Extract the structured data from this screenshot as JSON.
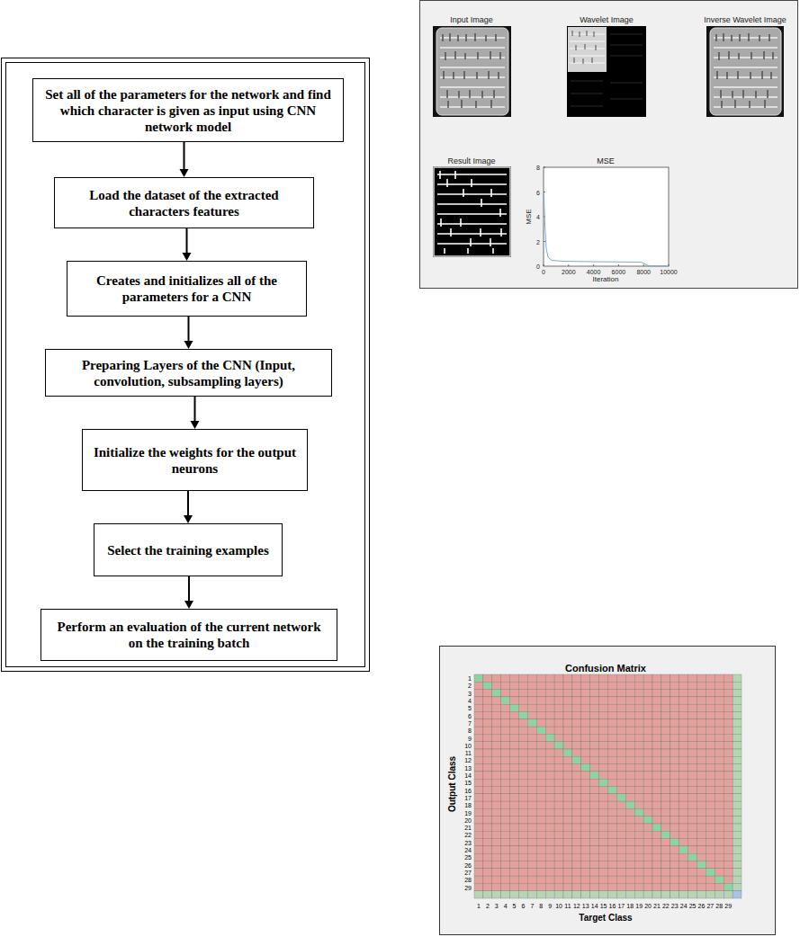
{
  "diagram": {
    "nodes": [
      {
        "text": [
          "Set all of the parameters for the network and find which character is given as input using CNN network model"
        ]
      },
      {
        "text": [
          "Load the dataset of the extracted characters features"
        ]
      },
      {
        "text": [
          "Creates and initializes all of the parameters for a CNN"
        ]
      },
      {
        "text": [
          "Preparing Layers of the CNN (Input, convolution, subsampling layers)"
        ]
      },
      {
        "text": [
          "Initialize the weights for the output neurons"
        ]
      },
      {
        "text": [
          "Select the training examples"
        ]
      },
      {
        "text": [
          "Perform an evaluation of the current network on the training batch"
        ]
      }
    ],
    "edges": [
      {
        "from": 0,
        "to": 1,
        "arrow": "to"
      },
      {
        "from": 1,
        "to": 2,
        "arrow": "to"
      },
      {
        "from": 2,
        "to": 3,
        "arrow": "to"
      },
      {
        "from": 3,
        "to": 4,
        "arrow": "to"
      },
      {
        "from": 4,
        "to": 5,
        "arrow": "to"
      },
      {
        "from": 5,
        "to": 6,
        "arrow": "to"
      }
    ],
    "labels": [
      "Input Image",
      "Wavelet Image",
      "Inverse Wavelet Image",
      "Result Image",
      "MSE",
      "MSE",
      "Iteration",
      "0",
      "2",
      "4",
      "6",
      "8",
      "0",
      "2000",
      "4000",
      "6000",
      "8000",
      "10000",
      "Confusion Matrix",
      "Output Class",
      "Target Class",
      "1",
      "2",
      "3",
      "4",
      "5",
      "6",
      "7",
      "8",
      "9",
      "10",
      "11",
      "12",
      "13",
      "14",
      "15",
      "16",
      "17",
      "18",
      "19",
      "20",
      "21",
      "22",
      "23",
      "24",
      "25",
      "26",
      "27",
      "28",
      "29",
      "1",
      "2",
      "3",
      "4",
      "5",
      "6",
      "7",
      "8",
      "9",
      "10",
      "11",
      "12",
      "13",
      "14",
      "15",
      "16",
      "17",
      "18",
      "19",
      "20",
      "21",
      "22",
      "23",
      "24",
      "25",
      "26",
      "27",
      "28",
      "29"
    ]
  }
}
